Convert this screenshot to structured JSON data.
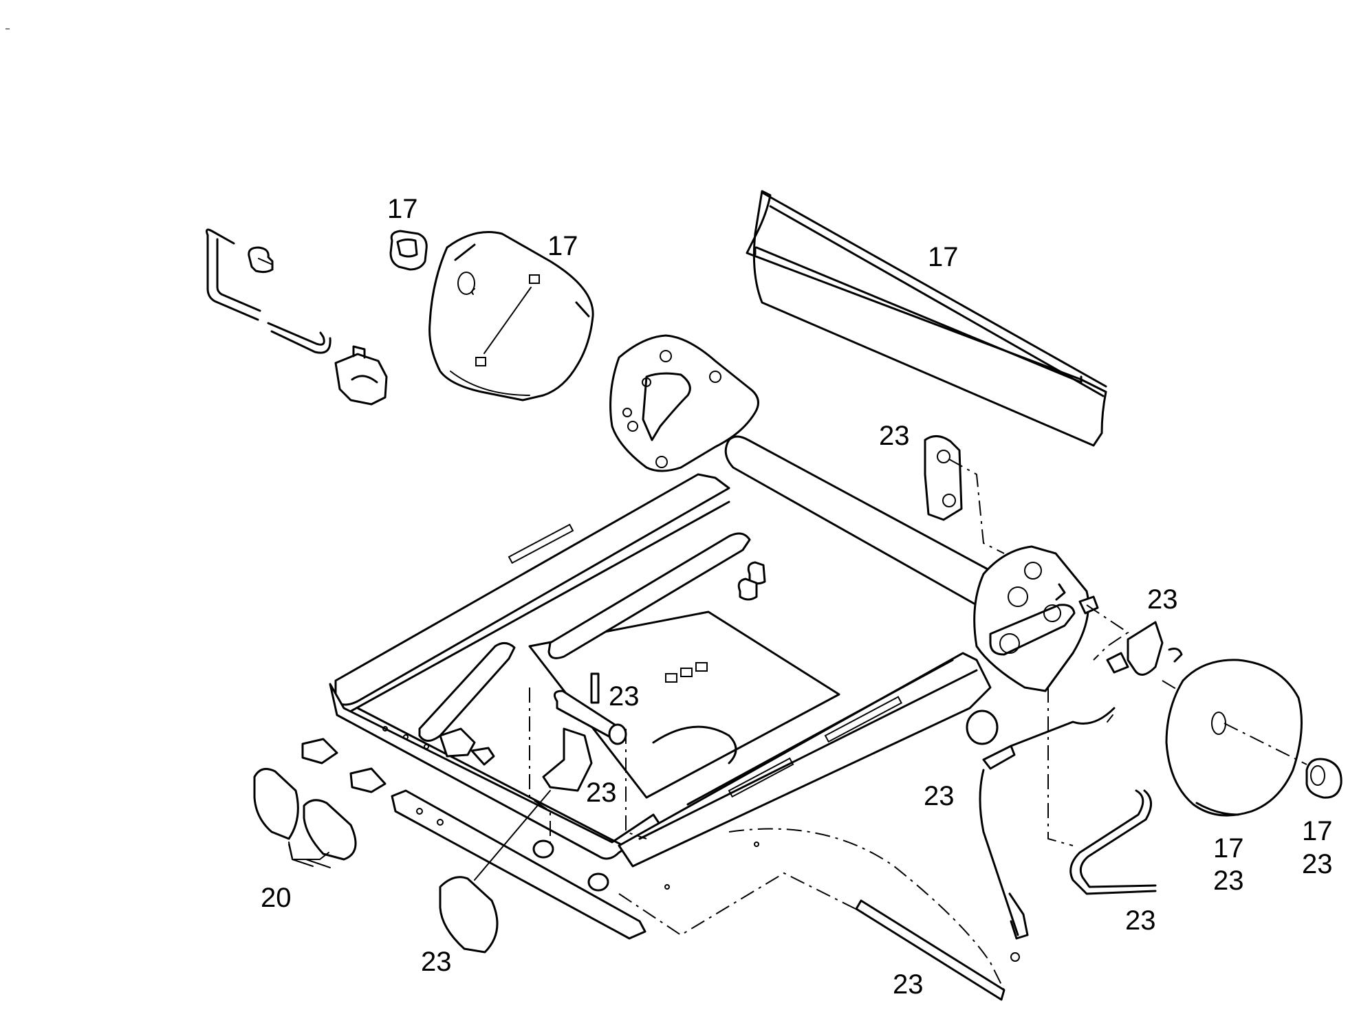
{
  "callouts": [
    {
      "id": "c17a",
      "text": "17"
    },
    {
      "id": "c17b",
      "text": "17"
    },
    {
      "id": "c17c",
      "text": "17"
    },
    {
      "id": "c23a",
      "text": "23"
    },
    {
      "id": "c23b",
      "text": "23"
    },
    {
      "id": "c23c",
      "text": "23"
    },
    {
      "id": "c23d",
      "text": "23"
    },
    {
      "id": "c23e",
      "text": "23"
    },
    {
      "id": "c17d",
      "text": "17"
    },
    {
      "id": "c23f",
      "text": "23"
    },
    {
      "id": "c17e",
      "text": "17"
    },
    {
      "id": "c23g",
      "text": "23"
    },
    {
      "id": "c23h",
      "text": "23"
    },
    {
      "id": "c20",
      "text": "20"
    },
    {
      "id": "c23i",
      "text": "23"
    },
    {
      "id": "c23j",
      "text": "23"
    }
  ]
}
